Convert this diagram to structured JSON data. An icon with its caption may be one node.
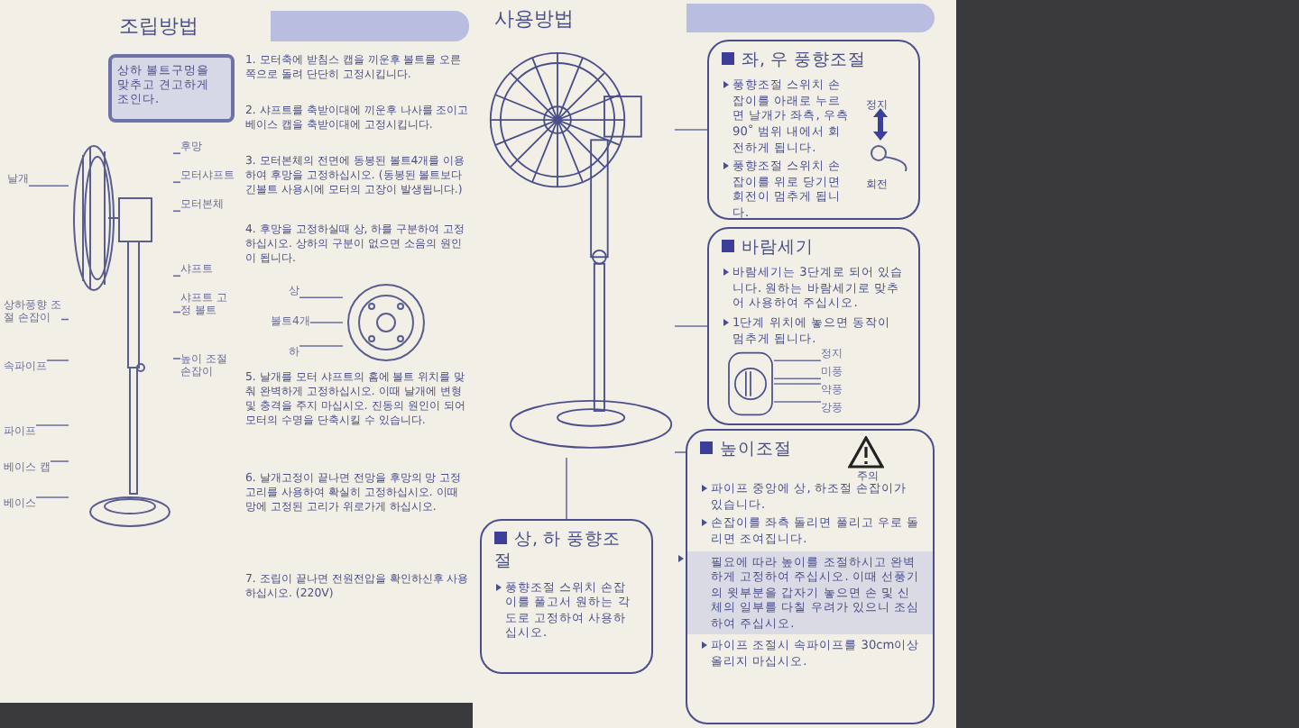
{
  "diagram": {
    "nodes": [
      {
        "text": [
          "조립방법"
        ]
      },
      {
        "text": [
          "상하 볼트구멍을 맞추고 견고하게 조인다."
        ]
      },
      {
        "text": [],
        "shape": "picture"
      },
      {
        "text": [
          "날개"
        ]
      },
      {
        "text": [
          "후망"
        ]
      },
      {
        "text": [
          "모터샤프트"
        ]
      },
      {
        "text": [
          "모터본체"
        ]
      },
      {
        "text": [
          "샤프트"
        ]
      },
      {
        "text": [
          "샤프트 고정 볼트"
        ]
      },
      {
        "text": [
          "높이 조절 손잡이"
        ]
      },
      {
        "text": [
          "상하풍향 조절 손잡이"
        ]
      },
      {
        "text": [
          "속파이프"
        ]
      },
      {
        "text": [
          "파이프"
        ]
      },
      {
        "text": [
          "베이스 캡"
        ]
      },
      {
        "text": [
          "베이스"
        ]
      },
      {
        "text": [],
        "shape": "picture"
      },
      {
        "text": [
          "상"
        ]
      },
      {
        "text": [
          "볼트4개"
        ]
      },
      {
        "text": [
          "하"
        ]
      },
      {
        "text": [
          "사용방법"
        ]
      },
      {
        "text": [],
        "shape": "picture"
      },
      {
        "text": [
          "좌, 우 풍향조절",
          "풍향조절 스위치 손잡이를 아래로 누르면 날개가 좌측, 우측 90˚ 범위 내에서 회전하게 됩니다.",
          "풍향조절 스위치 손잡이를 위로 당기면 회전이 멈추게 됩니다."
        ]
      },
      {
        "text": [
          "바람세기",
          "바람세기는 3단계로 되어 있습니다. 원하는 바람세기로 맞추어 사용하여 주십시오.",
          "1단계 위치에 놓으면 동작이 멈추게 됩니다."
        ]
      },
      {
        "text": [],
        "shape": "picture",
        "in": 22
      },
      {
        "text": [
          "정지"
        ],
        "in": 22
      },
      {
        "text": [
          "미풍"
        ],
        "in": 22
      },
      {
        "text": [
          "약풍"
        ],
        "in": 22
      },
      {
        "text": [
          "강풍"
        ],
        "in": 22
      },
      {
        "text": [
          "높이조절",
          "파이프 중앙에 상, 하조절 손잡이가 있습니다.",
          "손잡이를 좌측 돌리면 풀리고 우로 돌리면 조여집니다.",
          "필요에 따라 높이를 조절하시고 완벽하게 고정하여 주십시오. 이때 선풍기의 윗부분을 갑자기 놓으면 손 및 신체의 일부를 다칠 우려가 있으니 조심하여 주십시오.",
          "파이프 조절시 속파이프를 30cm이상 올리지 마십시오."
        ]
      },
      {
        "text": [
          "상, 하 풍향조절",
          "풍향조절 스위치 손잡이를 풀고서 원하는 각도로 고정하여 사용하십시오."
        ]
      }
    ],
    "edges": [
      {
        "from": 3,
        "to": 2,
        "arrow": "none"
      },
      {
        "from": 4,
        "to": 2,
        "arrow": "none"
      },
      {
        "from": 5,
        "to": 2,
        "arrow": "none"
      },
      {
        "from": 6,
        "to": 2,
        "arrow": "none"
      },
      {
        "from": 7,
        "to": 2,
        "arrow": "none"
      },
      {
        "from": 8,
        "to": 2,
        "arrow": "none"
      },
      {
        "from": 9,
        "to": 2,
        "arrow": "none"
      },
      {
        "from": 10,
        "to": 2,
        "arrow": "none"
      },
      {
        "from": 11,
        "to": 2,
        "arrow": "none"
      },
      {
        "from": 12,
        "to": 2,
        "arrow": "none"
      },
      {
        "from": 13,
        "to": 2,
        "arrow": "none"
      },
      {
        "from": 14,
        "to": 2,
        "arrow": "none"
      },
      {
        "from": 16,
        "to": 15,
        "arrow": "none"
      },
      {
        "from": 17,
        "to": 15,
        "arrow": "none"
      },
      {
        "from": 18,
        "to": 15,
        "arrow": "none"
      },
      {
        "from": 24,
        "to": 23,
        "arrow": "none"
      },
      {
        "from": 25,
        "to": 23,
        "arrow": "none"
      },
      {
        "from": 26,
        "to": 23,
        "arrow": "none"
      },
      {
        "from": 27,
        "to": 23,
        "arrow": "none"
      },
      {
        "from": 20,
        "to": 21,
        "arrow": "none"
      },
      {
        "from": 20,
        "to": 22,
        "arrow": "none"
      },
      {
        "from": 20,
        "to": 28,
        "arrow": "none"
      },
      {
        "from": 20,
        "to": 29,
        "arrow": "none"
      }
    ],
    "labels": [
      "1. 모터축에 받침스 캡을 끼운후 볼트를 오른쪽으로 돌려 단단히 고정시킵니다.",
      "2. 샤프트를 축받이대에 끼운후 나사를 조이고 베이스 캡을 축받이대에 고정시킵니다.",
      "3. 모터본체의 전면에 동봉된 볼트4개를 이용하여 후망을 고정하십시오. (동봉된 볼트보다 긴볼트 사용시에 모터의 고장이 발생됩니다.)",
      "4. 후망을 고정하실때 상, 하를 구분하여 고정하십시오. 상하의 구분이 없으면 소음의 원인이 됩니다.",
      "5. 날개를 모터 샤프트의 홈에 볼트 위치를 맞춰 완벽하게 고정하십시오. 이때 날개에 변형 및 충격을 주지 마십시오. 진동의 원인이 되어 모터의 수명을 단축시킬 수 있습니다.",
      "6. 날개고정이 끝나면 전망을 후망의 망 고정 고리를 사용하여 확실히 고정하십시오. 이때 망에 고정된 고리가 위로가게 하십시오.",
      "7. 조립이 끝나면 전원전압을 확인하신후 사용하십시오. (220V)",
      "정지",
      "회전",
      "주의"
    ]
  }
}
